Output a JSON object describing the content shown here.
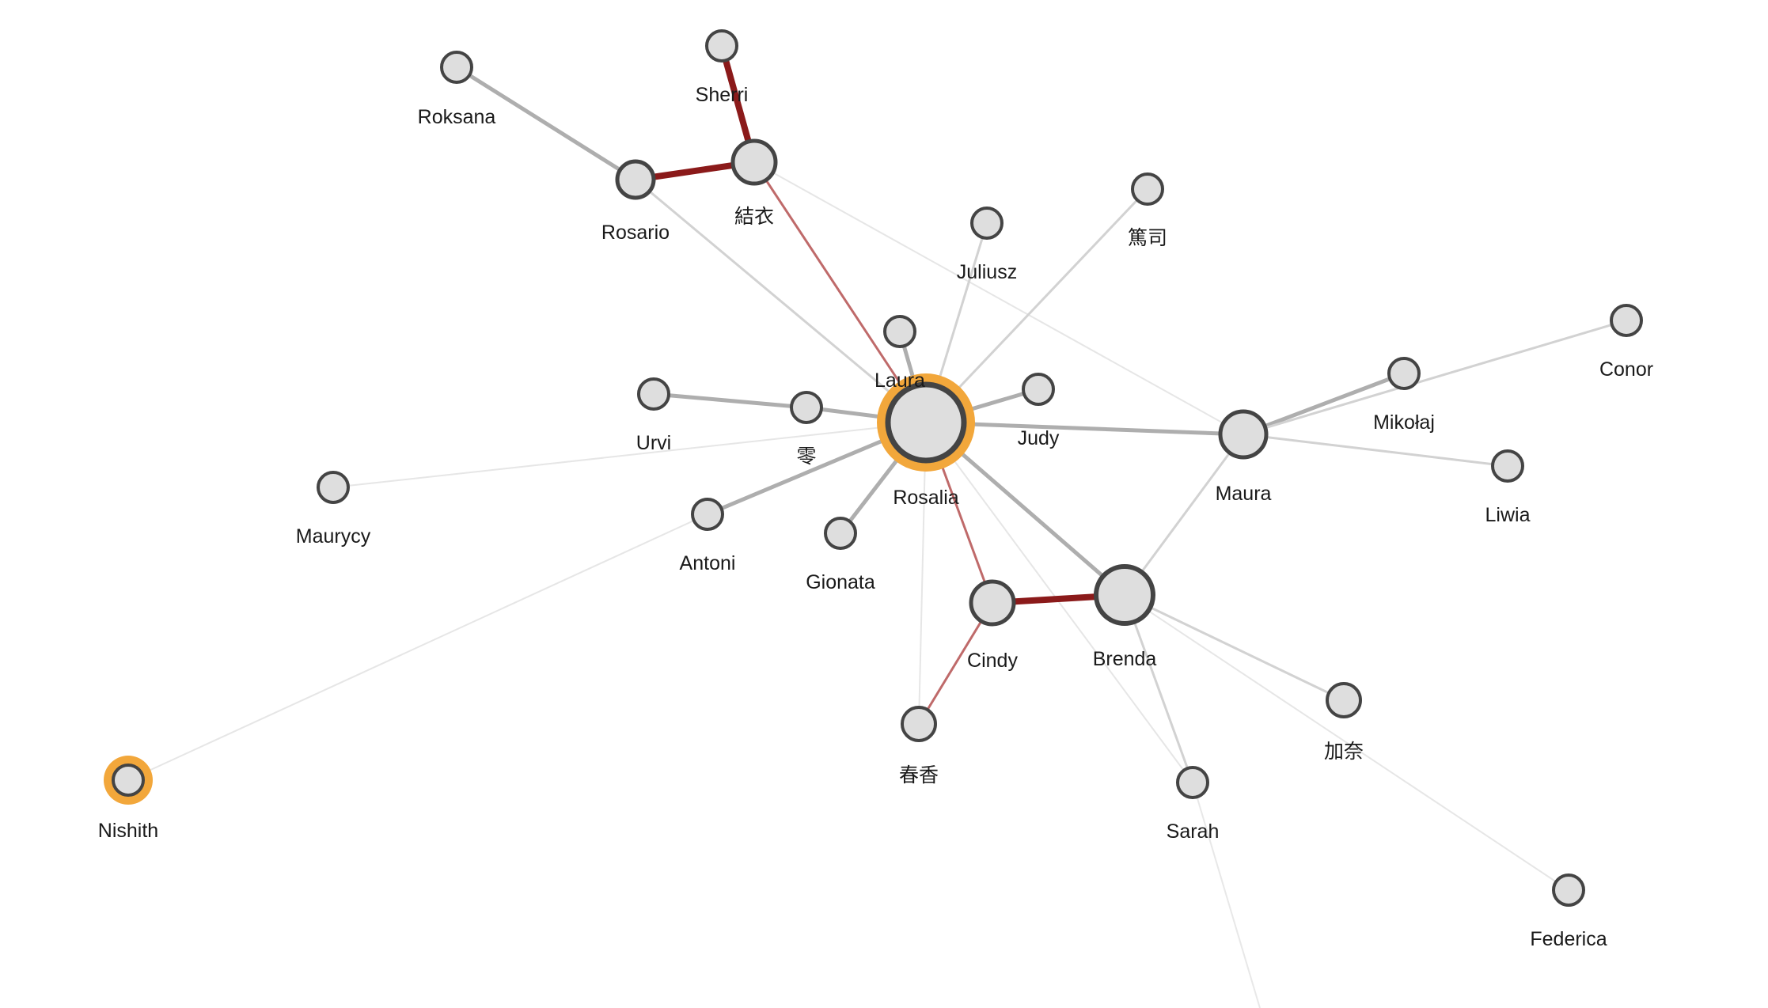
{
  "colors": {
    "background": "#ffffff",
    "node_fill": "#dedede",
    "node_stroke": "#444444",
    "edge_gray": "#a0a0a0",
    "edge_light": "#d2d2d2",
    "edge_red": "#8b1a1a",
    "edge_red_light": "#b85a5a",
    "highlight_ring": "#f2a73b",
    "label": "#1a1a1a"
  },
  "nodes": [
    {
      "id": "Rosalia",
      "label": "Rosalia"
    },
    {
      "id": "Sherri",
      "label": "Sherri"
    },
    {
      "id": "Roksana",
      "label": "Roksana"
    },
    {
      "id": "Rosario",
      "label": "Rosario"
    },
    {
      "id": "yui",
      "label": "結衣"
    },
    {
      "id": "Juliusz",
      "label": "Juliusz"
    },
    {
      "id": "atsushi",
      "label": "篤司"
    },
    {
      "id": "Laura",
      "label": "Laura"
    },
    {
      "id": "Urvi",
      "label": "Urvi"
    },
    {
      "id": "rei",
      "label": "零"
    },
    {
      "id": "Judy",
      "label": "Judy"
    },
    {
      "id": "Maura",
      "label": "Maura"
    },
    {
      "id": "Mikolaj",
      "label": "Mikołaj"
    },
    {
      "id": "Conor",
      "label": "Conor"
    },
    {
      "id": "Liwia",
      "label": "Liwia"
    },
    {
      "id": "Maurycy",
      "label": "Maurycy"
    },
    {
      "id": "Antoni",
      "label": "Antoni"
    },
    {
      "id": "Gionata",
      "label": "Gionata"
    },
    {
      "id": "Cindy",
      "label": "Cindy"
    },
    {
      "id": "Brenda",
      "label": "Brenda"
    },
    {
      "id": "haruka",
      "label": "春香"
    },
    {
      "id": "kana",
      "label": "加奈"
    },
    {
      "id": "Sarah",
      "label": "Sarah"
    },
    {
      "id": "Federica",
      "label": "Federica"
    },
    {
      "id": "Nishith",
      "label": "Nishith"
    }
  ],
  "highlighted": [
    "Rosalia",
    "Nishith"
  ],
  "edges": [
    {
      "source": "Roksana",
      "target": "Rosario",
      "style": "gray"
    },
    {
      "source": "Rosario",
      "target": "yui",
      "style": "red"
    },
    {
      "source": "Sherri",
      "target": "yui",
      "style": "red"
    },
    {
      "source": "Rosario",
      "target": "Rosalia",
      "style": "light"
    },
    {
      "source": "yui",
      "target": "Rosalia",
      "style": "red_light"
    },
    {
      "source": "yui",
      "target": "Maura",
      "style": "faint"
    },
    {
      "source": "Laura",
      "target": "Rosalia",
      "style": "gray"
    },
    {
      "source": "Juliusz",
      "target": "Rosalia",
      "style": "light"
    },
    {
      "source": "atsushi",
      "target": "Rosalia",
      "style": "light"
    },
    {
      "source": "Judy",
      "target": "Rosalia",
      "style": "gray"
    },
    {
      "source": "Urvi",
      "target": "rei",
      "style": "gray"
    },
    {
      "source": "rei",
      "target": "Rosalia",
      "style": "gray"
    },
    {
      "source": "Maurycy",
      "target": "Rosalia",
      "style": "faint"
    },
    {
      "source": "Antoni",
      "target": "Rosalia",
      "style": "gray"
    },
    {
      "source": "Antoni",
      "target": "Nishith",
      "style": "faint"
    },
    {
      "source": "Gionata",
      "target": "Rosalia",
      "style": "gray"
    },
    {
      "source": "Rosalia",
      "target": "Maura",
      "style": "gray"
    },
    {
      "source": "Rosalia",
      "target": "Brenda",
      "style": "gray"
    },
    {
      "source": "Rosalia",
      "target": "Cindy",
      "style": "red_light"
    },
    {
      "source": "Rosalia",
      "target": "haruka",
      "style": "faint"
    },
    {
      "source": "Rosalia",
      "target": "Sarah",
      "style": "faint"
    },
    {
      "source": "Cindy",
      "target": "Brenda",
      "style": "red"
    },
    {
      "source": "Cindy",
      "target": "haruka",
      "style": "red_light"
    },
    {
      "source": "Maura",
      "target": "Mikolaj",
      "style": "gray"
    },
    {
      "source": "Maura",
      "target": "Conor",
      "style": "light"
    },
    {
      "source": "Maura",
      "target": "Liwia",
      "style": "light"
    },
    {
      "source": "Maura",
      "target": "Brenda",
      "style": "light"
    },
    {
      "source": "Brenda",
      "target": "kana",
      "style": "light"
    },
    {
      "source": "Brenda",
      "target": "Sarah",
      "style": "light"
    },
    {
      "source": "Brenda",
      "target": "Federica",
      "style": "faint"
    }
  ]
}
